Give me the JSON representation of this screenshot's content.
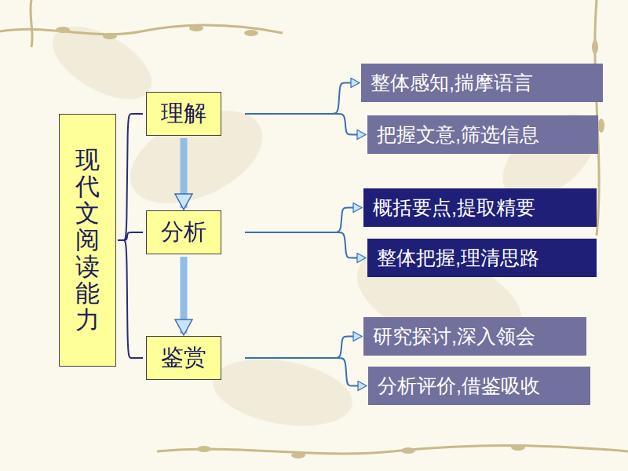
{
  "diagram": {
    "nodes": [
      {
        "text": [
          "现代文阅读能力"
        ]
      },
      {
        "text": [
          "理解"
        ]
      },
      {
        "text": [
          "分析"
        ]
      },
      {
        "text": [
          "鉴赏"
        ]
      },
      {
        "text": [
          "整体感知,揣摩语言"
        ]
      },
      {
        "text": [
          "把握文意,筛选信息"
        ]
      },
      {
        "text": [
          "概括要点,提取精要"
        ]
      },
      {
        "text": [
          "整体把握,理清思路"
        ]
      },
      {
        "text": [
          "研究探讨,深入领会"
        ]
      },
      {
        "text": [
          "分析评价,借鉴吸收"
        ]
      }
    ],
    "edges": [
      {
        "from": 0,
        "to": 1,
        "arrow": "none"
      },
      {
        "from": 0,
        "to": 2,
        "arrow": "none"
      },
      {
        "from": 0,
        "to": 3,
        "arrow": "none"
      },
      {
        "from": 1,
        "to": 2,
        "arrow": "to"
      },
      {
        "from": 2,
        "to": 3,
        "arrow": "to"
      },
      {
        "from": 1,
        "to": 4,
        "arrow": "to"
      },
      {
        "from": 1,
        "to": 5,
        "arrow": "to"
      },
      {
        "from": 2,
        "to": 6,
        "arrow": "to"
      },
      {
        "from": 2,
        "to": 7,
        "arrow": "to"
      },
      {
        "from": 3,
        "to": 8,
        "arrow": "to"
      },
      {
        "from": 3,
        "to": 9,
        "arrow": "to"
      }
    ]
  }
}
